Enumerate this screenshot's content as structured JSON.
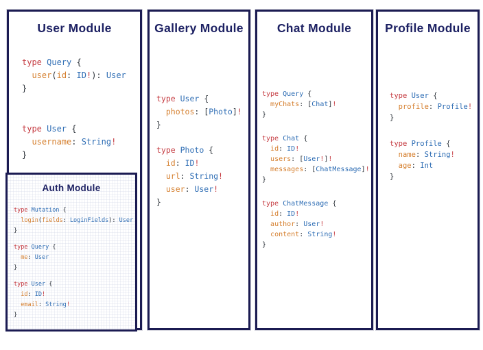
{
  "colors": {
    "border_navy": "#1b1b52",
    "title_navy": "#1d2163",
    "keyword_red": "#c53b41",
    "type_blue": "#2e6db4",
    "field_orange": "#d57f2e",
    "punctuation_dark": "#2d333a"
  },
  "panels": [
    {
      "title": "User Module",
      "groups": [
        [
          [
            [
              "type ",
              "kw"
            ],
            [
              "Query ",
              "ty"
            ],
            [
              "{",
              "pu"
            ]
          ],
          [
            [
              "  ",
              "pu"
            ],
            [
              "user",
              "fd"
            ],
            [
              "(",
              "pu"
            ],
            [
              "id",
              "fd"
            ],
            [
              ": ",
              "pu"
            ],
            [
              "ID",
              "ty"
            ],
            [
              "!",
              "bg"
            ],
            [
              "): ",
              "pu"
            ],
            [
              "User",
              "ty"
            ]
          ],
          [
            [
              "}",
              "pu"
            ]
          ]
        ],
        [
          [
            [
              "type ",
              "kw"
            ],
            [
              "User ",
              "ty"
            ],
            [
              "{",
              "pu"
            ]
          ],
          [
            [
              "  ",
              "pu"
            ],
            [
              "username",
              "fd"
            ],
            [
              ": ",
              "pu"
            ],
            [
              "String",
              "ty"
            ],
            [
              "!",
              "bg"
            ]
          ],
          [
            [
              "}",
              "pu"
            ]
          ]
        ]
      ],
      "sub_panel": {
        "title": "Auth Module",
        "groups": [
          [
            [
              [
                "type ",
                "kw"
              ],
              [
                "Mutation ",
                "ty"
              ],
              [
                "{",
                "pu"
              ]
            ],
            [
              [
                "  ",
                "pu"
              ],
              [
                "login",
                "fd"
              ],
              [
                "(",
                "pu"
              ],
              [
                "fields",
                "fd"
              ],
              [
                ": ",
                "pu"
              ],
              [
                "LoginFields",
                "ty"
              ],
              [
                "): ",
                "pu"
              ],
              [
                "User",
                "ty"
              ]
            ],
            [
              [
                "}",
                "pu"
              ]
            ]
          ],
          [
            [
              [
                "type ",
                "kw"
              ],
              [
                "Query ",
                "ty"
              ],
              [
                "{",
                "pu"
              ]
            ],
            [
              [
                "  ",
                "pu"
              ],
              [
                "me",
                "fd"
              ],
              [
                ": ",
                "pu"
              ],
              [
                "User",
                "ty"
              ]
            ],
            [
              [
                "}",
                "pu"
              ]
            ]
          ],
          [
            [
              [
                "type ",
                "kw"
              ],
              [
                "User ",
                "ty"
              ],
              [
                "{",
                "pu"
              ]
            ],
            [
              [
                "  ",
                "pu"
              ],
              [
                "id",
                "fd"
              ],
              [
                ": ",
                "pu"
              ],
              [
                "ID",
                "ty"
              ],
              [
                "!",
                "bg"
              ]
            ],
            [
              [
                "  ",
                "pu"
              ],
              [
                "email",
                "fd"
              ],
              [
                ": ",
                "pu"
              ],
              [
                "String",
                "ty"
              ],
              [
                "!",
                "bg"
              ]
            ],
            [
              [
                "}",
                "pu"
              ]
            ]
          ]
        ]
      }
    },
    {
      "title": "Gallery Module",
      "groups": [
        [
          [
            [
              "type ",
              "kw"
            ],
            [
              "User ",
              "ty"
            ],
            [
              "{",
              "pu"
            ]
          ],
          [
            [
              "  ",
              "pu"
            ],
            [
              "photos",
              "fd"
            ],
            [
              ": ",
              "pu"
            ],
            [
              "[",
              "pu"
            ],
            [
              "Photo",
              "ty"
            ],
            [
              "]",
              "pu"
            ],
            [
              "!",
              "bg"
            ]
          ],
          [
            [
              "}",
              "pu"
            ]
          ]
        ],
        [
          [
            [
              "type ",
              "kw"
            ],
            [
              "Photo ",
              "ty"
            ],
            [
              "{",
              "pu"
            ]
          ],
          [
            [
              "  ",
              "pu"
            ],
            [
              "id",
              "fd"
            ],
            [
              ": ",
              "pu"
            ],
            [
              "ID",
              "ty"
            ],
            [
              "!",
              "bg"
            ]
          ],
          [
            [
              "  ",
              "pu"
            ],
            [
              "url",
              "fd"
            ],
            [
              ": ",
              "pu"
            ],
            [
              "String",
              "ty"
            ],
            [
              "!",
              "bg"
            ]
          ],
          [
            [
              "  ",
              "pu"
            ],
            [
              "user",
              "fd"
            ],
            [
              ": ",
              "pu"
            ],
            [
              "User",
              "ty"
            ],
            [
              "!",
              "bg"
            ]
          ],
          [
            [
              "}",
              "pu"
            ]
          ]
        ]
      ]
    },
    {
      "title": "Chat Module",
      "groups": [
        [
          [
            [
              "type ",
              "kw"
            ],
            [
              "Query ",
              "ty"
            ],
            [
              "{",
              "pu"
            ]
          ],
          [
            [
              "  ",
              "pu"
            ],
            [
              "myChats",
              "fd"
            ],
            [
              ": ",
              "pu"
            ],
            [
              "[",
              "pu"
            ],
            [
              "Chat",
              "ty"
            ],
            [
              "]",
              "pu"
            ],
            [
              "!",
              "bg"
            ]
          ],
          [
            [
              "}",
              "pu"
            ]
          ]
        ],
        [
          [
            [
              "type ",
              "kw"
            ],
            [
              "Chat ",
              "ty"
            ],
            [
              "{",
              "pu"
            ]
          ],
          [
            [
              "  ",
              "pu"
            ],
            [
              "id",
              "fd"
            ],
            [
              ": ",
              "pu"
            ],
            [
              "ID",
              "ty"
            ],
            [
              "!",
              "bg"
            ]
          ],
          [
            [
              "  ",
              "pu"
            ],
            [
              "users",
              "fd"
            ],
            [
              ": ",
              "pu"
            ],
            [
              "[",
              "pu"
            ],
            [
              "User",
              "ty"
            ],
            [
              "!",
              "bg"
            ],
            [
              "]",
              "pu"
            ],
            [
              "!",
              "bg"
            ]
          ],
          [
            [
              "  ",
              "pu"
            ],
            [
              "messages",
              "fd"
            ],
            [
              ": ",
              "pu"
            ],
            [
              "[",
              "pu"
            ],
            [
              "ChatMessage",
              "ty"
            ],
            [
              "]",
              "pu"
            ],
            [
              "!",
              "bg"
            ]
          ],
          [
            [
              "}",
              "pu"
            ]
          ]
        ],
        [
          [
            [
              "type ",
              "kw"
            ],
            [
              "ChatMessage ",
              "ty"
            ],
            [
              "{",
              "pu"
            ]
          ],
          [
            [
              "  ",
              "pu"
            ],
            [
              "id",
              "fd"
            ],
            [
              ": ",
              "pu"
            ],
            [
              "ID",
              "ty"
            ],
            [
              "!",
              "bg"
            ]
          ],
          [
            [
              "  ",
              "pu"
            ],
            [
              "author",
              "fd"
            ],
            [
              ": ",
              "pu"
            ],
            [
              "User",
              "ty"
            ],
            [
              "!",
              "bg"
            ]
          ],
          [
            [
              "  ",
              "pu"
            ],
            [
              "content",
              "fd"
            ],
            [
              ": ",
              "pu"
            ],
            [
              "String",
              "ty"
            ],
            [
              "!",
              "bg"
            ]
          ],
          [
            [
              "}",
              "pu"
            ]
          ]
        ]
      ]
    },
    {
      "title": "Profile Module",
      "groups": [
        [
          [
            [
              "type ",
              "kw"
            ],
            [
              "User ",
              "ty"
            ],
            [
              "{",
              "pu"
            ]
          ],
          [
            [
              "  ",
              "pu"
            ],
            [
              "profile",
              "fd"
            ],
            [
              ": ",
              "pu"
            ],
            [
              "Profile",
              "ty"
            ],
            [
              "!",
              "bg"
            ]
          ],
          [
            [
              "}",
              "pu"
            ]
          ]
        ],
        [
          [
            [
              "type ",
              "kw"
            ],
            [
              "Profile ",
              "ty"
            ],
            [
              "{",
              "pu"
            ]
          ],
          [
            [
              "  ",
              "pu"
            ],
            [
              "name",
              "fd"
            ],
            [
              ": ",
              "pu"
            ],
            [
              "String",
              "ty"
            ],
            [
              "!",
              "bg"
            ]
          ],
          [
            [
              "  ",
              "pu"
            ],
            [
              "age",
              "fd"
            ],
            [
              ": ",
              "pu"
            ],
            [
              "Int",
              "ty"
            ]
          ],
          [
            [
              "}",
              "pu"
            ]
          ]
        ]
      ]
    }
  ]
}
